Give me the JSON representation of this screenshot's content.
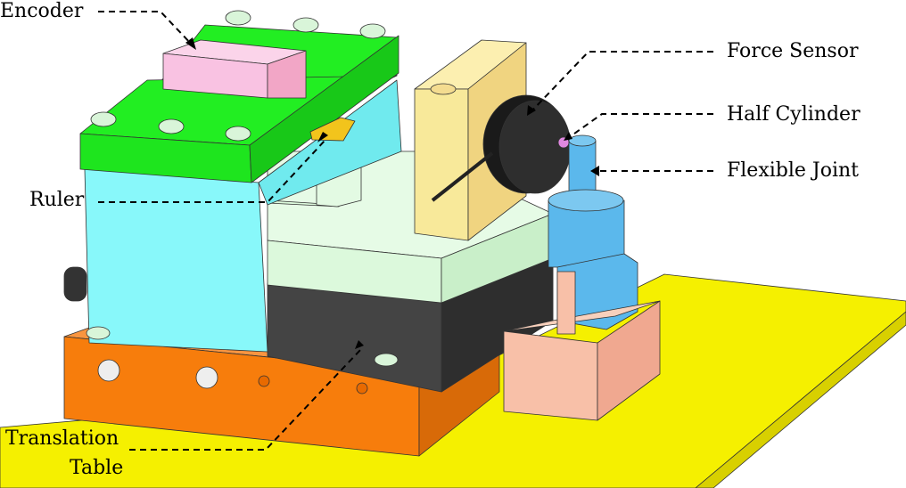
{
  "labels": {
    "encoder": "Encoder",
    "ruler": "Ruler",
    "translation_table_line1": "Translation",
    "translation_table_line2": "Table",
    "force_sensor": "Force Sensor",
    "half_cylinder": "Half Cylinder",
    "flexible_joint": "Flexible Joint"
  },
  "colors": {
    "base_plate": "#f5f000",
    "orange_base": "#f77d0c",
    "cyan_block": "#88f8fa",
    "green_plate": "#1ee51e",
    "encoder": "#f9c2e2",
    "ruler": "#f2c41c",
    "light_green_table": "#dcf9dc",
    "translation_table": "#3a3a3a",
    "bracket": "#f8e99a",
    "force_sensor": "#2a2a2a",
    "flexible_joint": "#5bb8ec",
    "salmon_block": "#f8c0a8"
  }
}
